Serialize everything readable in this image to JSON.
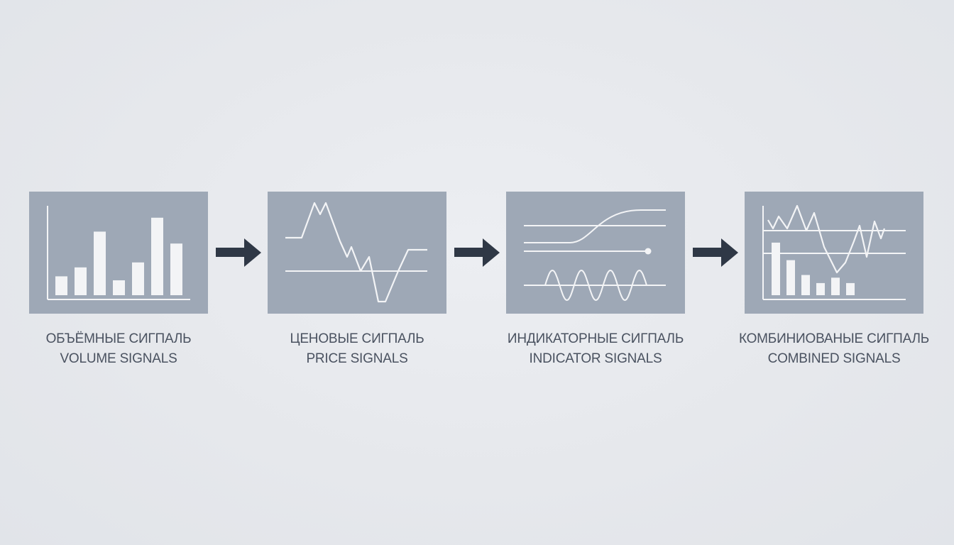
{
  "colors": {
    "background": "#e6e8ec",
    "panel": "#9ea8b6",
    "line": "#f3f4f6",
    "arrow": "#2f3846",
    "caption": "#4a5260"
  },
  "steps": [
    {
      "label_ru": "ОБЪЁМНЫЕ СИГПАЛЬ",
      "label_en": "VOLUME SIGNALS",
      "icon": "bar-chart-icon",
      "bar_values": [
        0.19,
        0.28,
        0.64,
        0.15,
        0.33,
        0.78,
        0.52
      ]
    },
    {
      "label_ru": "ЦЕНОВЫЕ СИГПАЛЬ",
      "label_en": "PRICE SIGNALS",
      "icon": "price-line-icon"
    },
    {
      "label_ru": "ИНДИКАТОРНЫЕ СИГПАЛЬ",
      "label_en": "INDICATOR SIGNALS",
      "icon": "indicator-waves-icon"
    },
    {
      "label_ru": "КОМБИНИОВАНЫЕ СИГПАЛЬ",
      "label_en": "COMBINED SIGNALS",
      "icon": "combined-chart-icon",
      "bar_values": [
        0.78,
        0.52,
        0.3,
        0.18,
        0.26,
        0.18
      ]
    }
  ],
  "connectors": [
    "arrow-right-icon",
    "arrow-right-icon",
    "arrow-right-icon"
  ]
}
